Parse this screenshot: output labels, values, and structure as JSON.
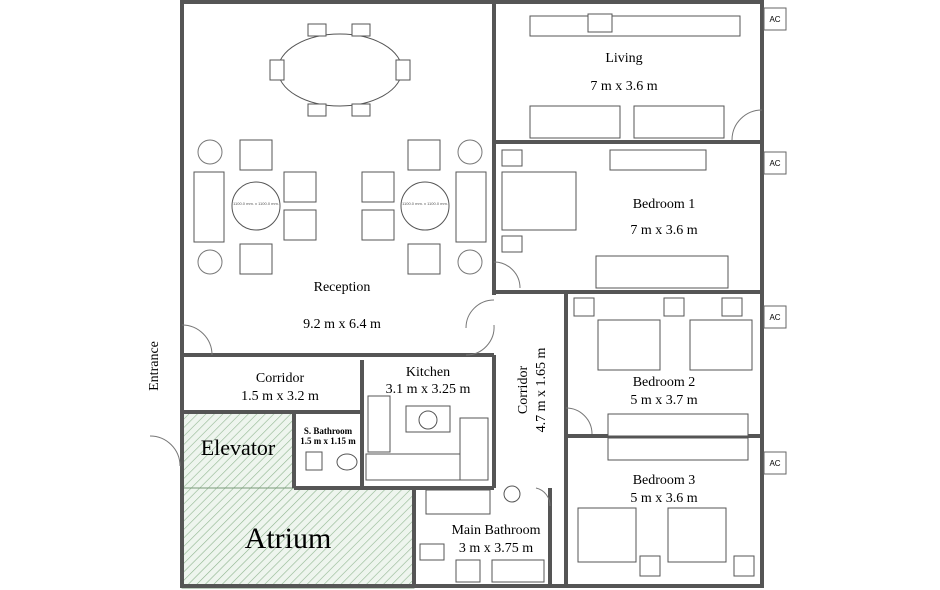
{
  "rooms": {
    "living": {
      "name": "Living",
      "size": "7 m x 3.6 m"
    },
    "bedroom1": {
      "name": "Bedroom 1",
      "size": "7 m x 3.6 m"
    },
    "reception": {
      "name": "Reception",
      "size": "9.2 m x 6.4 m"
    },
    "bedroom2": {
      "name": "Bedroom 2",
      "size": "5 m x 3.7 m"
    },
    "bedroom3": {
      "name": "Bedroom 3",
      "size": "5 m x 3.6 m"
    },
    "corridor_left": {
      "name": "Corridor",
      "size": "1.5 m x 3.2 m"
    },
    "corridor_right": {
      "name": "Corridor",
      "size": "4.7 m x 1.65 m"
    },
    "kitchen": {
      "name": "Kitchen",
      "size": "3.1 m x 3.25 m"
    },
    "s_bathroom": {
      "name": "S. Bathroom",
      "size": "1.5 m x 1.15 m"
    },
    "main_bathroom": {
      "name": "Main Bathroom",
      "size": "3 m x 3.75 m"
    },
    "elevator": {
      "name": "Elevator"
    },
    "atrium": {
      "name": "Atrium"
    },
    "entrance": {
      "name": "Entrance"
    }
  },
  "table_note": "1100.0 mm. x 1100.0 mm.",
  "ac_label": "AC",
  "colors": {
    "wall": "#555555",
    "hatch": "#9cbf9c",
    "background": "#ffffff"
  }
}
